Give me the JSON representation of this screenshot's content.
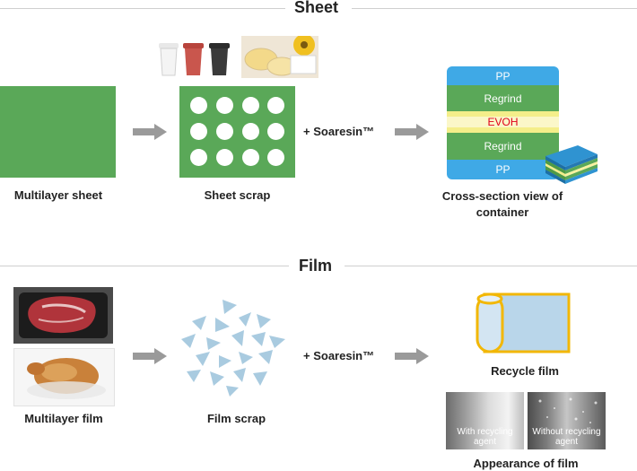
{
  "sheet": {
    "title": "Sheet",
    "multilayer_caption": "Multilayer sheet",
    "scrap_caption": "Sheet scrap",
    "plus_text": "+ Soaresin™",
    "cross_section_caption": "Cross-section view of container",
    "layers": [
      "PP",
      "Regrind",
      "EVOH",
      "Regrind",
      "PP"
    ],
    "colors": {
      "green": "#5aa858",
      "pp": "#3fa9e6",
      "evoh_band": "#f4ee8a",
      "evoh_text": "#e0001b",
      "arrow": "#9a9a9a"
    }
  },
  "film": {
    "title": "Film",
    "multilayer_caption": "Multilayer film",
    "scrap_caption": "Film scrap",
    "plus_text": "+ Soaresin™",
    "recycle_caption": "Recycle film",
    "appearance_caption": "Appearance of film",
    "photo_with_label": "With recycling agent",
    "photo_without_label": "Without recycling agent",
    "colors": {
      "scrap": "#a9cbe0",
      "roll_border": "#f2b705",
      "roll_fill": "#b9d6ea"
    }
  }
}
